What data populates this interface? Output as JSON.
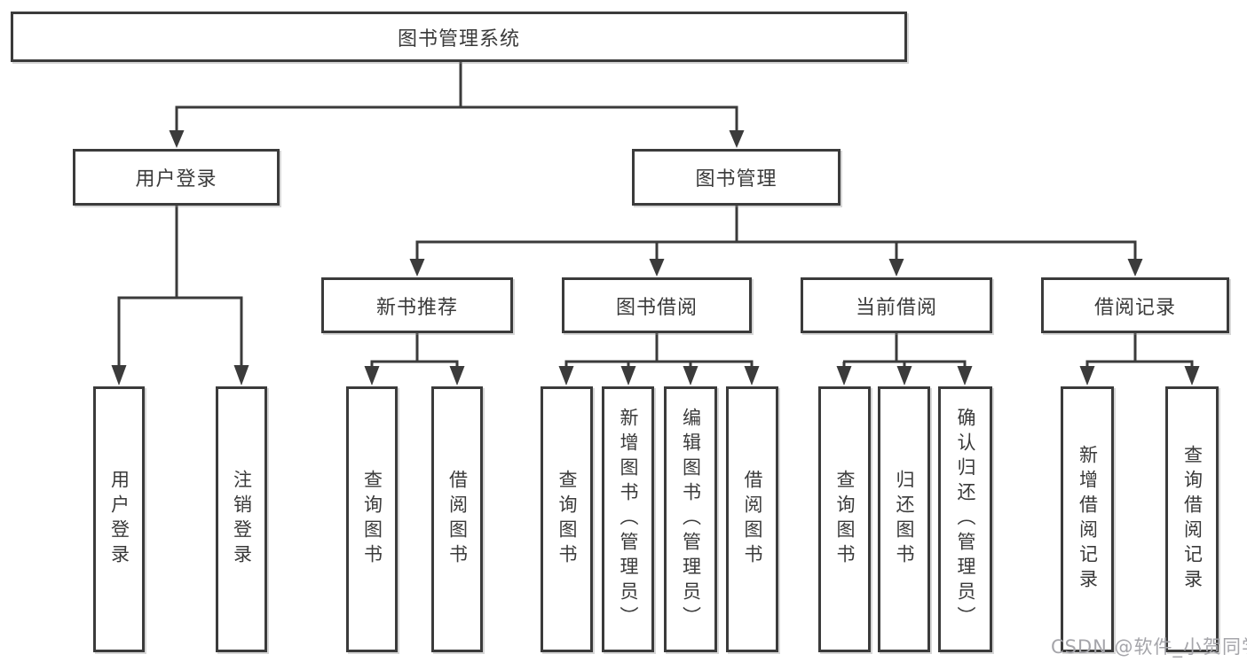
{
  "diagram": {
    "title": "图书管理系统",
    "type": "hierarchy-tree",
    "colors": {
      "line": "#3b3b3b",
      "border": "#3b3b3b",
      "text": "#3a3a3a",
      "background": "#ffffff",
      "watermark": "#a5a5aa"
    },
    "nodes": [
      {
        "id": "root",
        "label": "图书管理系统",
        "parent": null
      },
      {
        "id": "user-login",
        "label": "用户登录",
        "parent": "root"
      },
      {
        "id": "book-management",
        "label": "图书管理",
        "parent": "root"
      },
      {
        "id": "new-book-recommend",
        "label": "新书推荐",
        "parent": "book-management"
      },
      {
        "id": "book-borrow",
        "label": "图书借阅",
        "parent": "book-management"
      },
      {
        "id": "current-borrow",
        "label": "当前借阅",
        "parent": "book-management"
      },
      {
        "id": "borrow-record",
        "label": "借阅记录",
        "parent": "book-management"
      },
      {
        "id": "leaf-user-login",
        "label": "用户登录",
        "parent": "user-login"
      },
      {
        "id": "leaf-logout",
        "label": "注销登录",
        "parent": "user-login"
      },
      {
        "id": "leaf-query-books-1",
        "label": "查询图书",
        "parent": "new-book-recommend"
      },
      {
        "id": "leaf-borrow-books-1",
        "label": "借阅图书",
        "parent": "new-book-recommend"
      },
      {
        "id": "leaf-query-books-2",
        "label": "查询图书",
        "parent": "book-borrow"
      },
      {
        "id": "leaf-add-books",
        "label": "新增图书（管理员）",
        "parent": "book-borrow"
      },
      {
        "id": "leaf-edit-books",
        "label": "编辑图书（管理员）",
        "parent": "book-borrow"
      },
      {
        "id": "leaf-borrow-books-2",
        "label": "借阅图书",
        "parent": "book-borrow"
      },
      {
        "id": "leaf-query-books-3",
        "label": "查询图书",
        "parent": "current-borrow"
      },
      {
        "id": "leaf-return-books",
        "label": "归还图书",
        "parent": "current-borrow"
      },
      {
        "id": "leaf-confirm-return",
        "label": "确认归还（管理员）",
        "parent": "current-borrow"
      },
      {
        "id": "leaf-add-record",
        "label": "新增借阅记录",
        "parent": "borrow-record"
      },
      {
        "id": "leaf-query-record",
        "label": "查询借阅记录",
        "parent": "borrow-record"
      }
    ]
  },
  "watermark": "CSDN @软件_小贺同学"
}
